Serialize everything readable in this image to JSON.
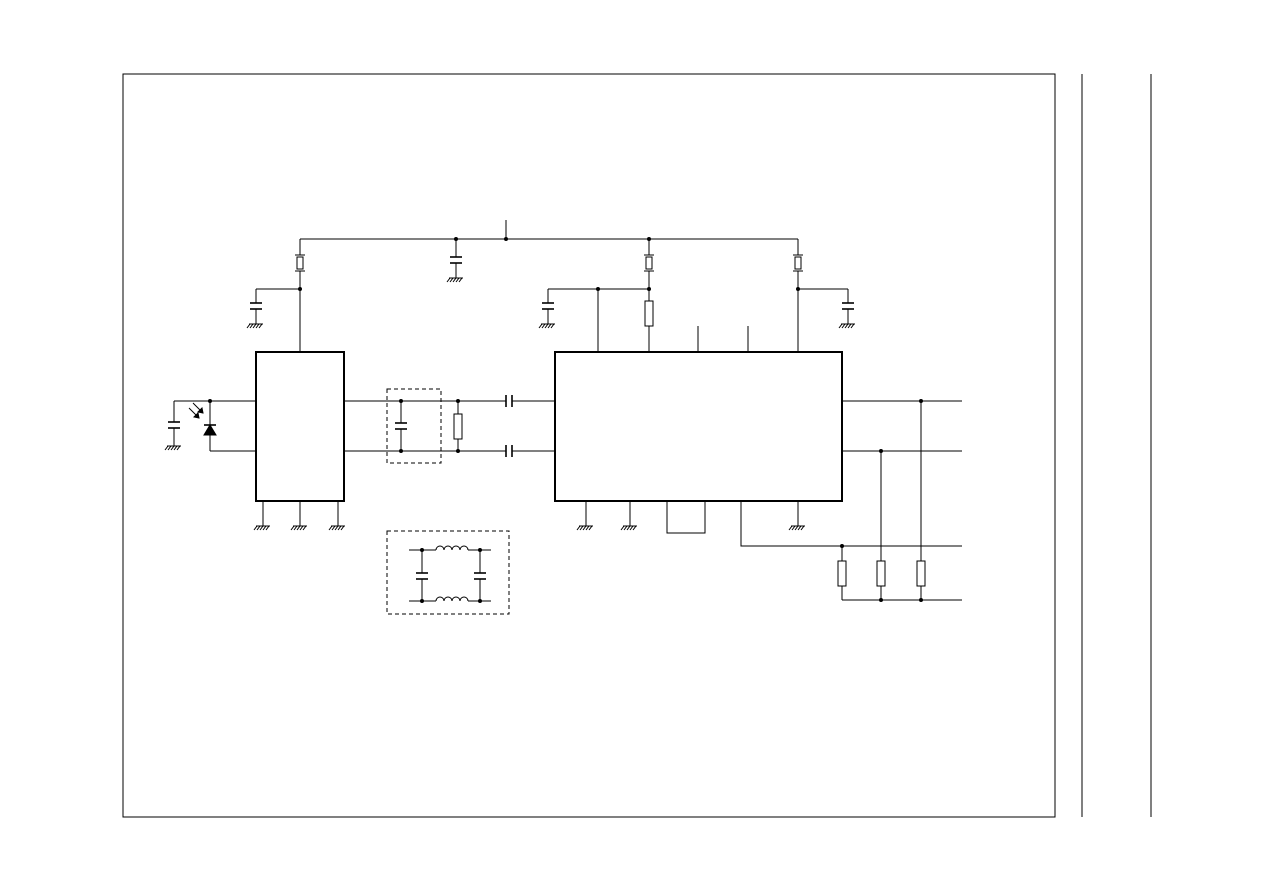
{
  "diagram": {
    "kind": "circuit-schematic",
    "labels": [],
    "symbols": {
      "ground": "ground-symbol",
      "capacitor": "capacitor-symbol",
      "resistor": "resistor-symbol",
      "inductor": "inductor-symbol",
      "crystal": "crystal-symbol",
      "photodiode": "photodiode-symbol",
      "junction": "junction-dot"
    }
  },
  "colors": {
    "line": "#000000",
    "background": "#ffffff"
  }
}
